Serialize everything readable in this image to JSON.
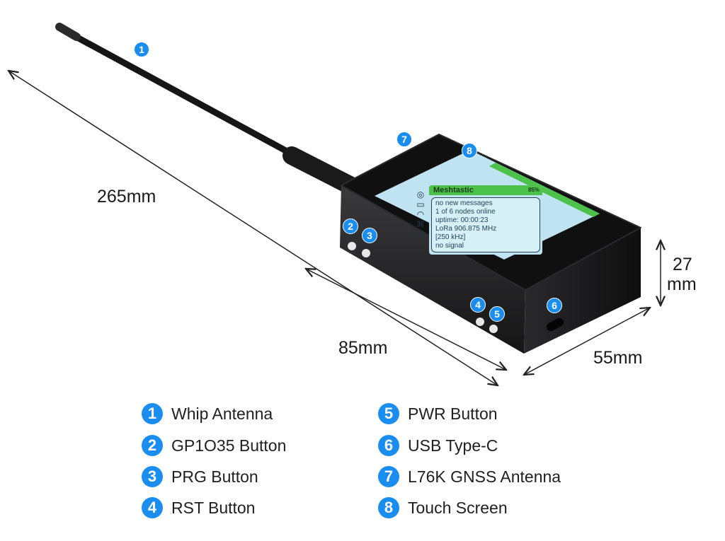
{
  "dimensions": {
    "length_total": "265mm",
    "length_body": "85mm",
    "width": "55mm",
    "height_value": "27",
    "height_unit": "mm"
  },
  "callouts": [
    "1",
    "2",
    "3",
    "4",
    "5",
    "6",
    "7",
    "8"
  ],
  "screen": {
    "title": "Meshtastic",
    "battery": "85%",
    "lines": [
      "no new messages",
      "1 of 6 nodes online",
      "uptime: 00:00:23",
      "LoRa 906.875 MHz",
      "[250 kHz]",
      "no signal"
    ],
    "tab_icons": [
      "home-icon",
      "nodes-icon",
      "messages-icon",
      "map-icon",
      "settings-icon"
    ]
  },
  "legend": [
    {
      "num": "1",
      "label": "Whip Antenna"
    },
    {
      "num": "2",
      "label": "GP1O35 Button"
    },
    {
      "num": "3",
      "label": "PRG Button"
    },
    {
      "num": "4",
      "label": "RST Button"
    },
    {
      "num": "5",
      "label": "PWR Button"
    },
    {
      "num": "6",
      "label": "USB Type-C"
    },
    {
      "num": "7",
      "label": "L76K GNSS Antenna"
    },
    {
      "num": "8",
      "label": "Touch Screen"
    }
  ],
  "colors": {
    "accent": "#1a8ef0",
    "screen_header": "#4cc24a",
    "screen_bg": "#bfe3f0",
    "device": "#1c1c1e"
  }
}
